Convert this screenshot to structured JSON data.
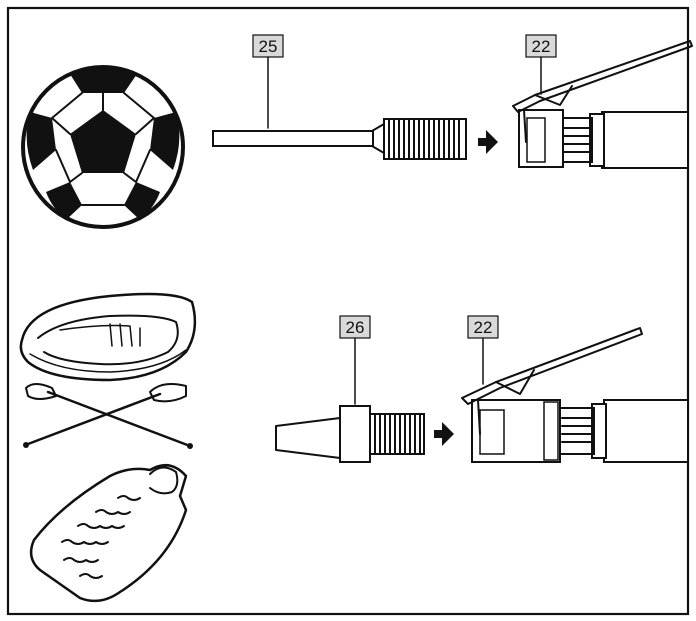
{
  "callouts": {
    "top_needle": "25",
    "top_pump_head": "22",
    "bottom_adapter": "26",
    "bottom_pump_head": "22"
  },
  "icons": {
    "football": "soccer-ball-icon",
    "inflatable_boat": "inflatable-boat-icon",
    "paddles": "crossed-paddles-icon",
    "air_mattress": "air-mattress-icon"
  },
  "colors": {
    "ink": "#111111",
    "callout_fill": "#d9d9d9",
    "background": "#ffffff"
  }
}
